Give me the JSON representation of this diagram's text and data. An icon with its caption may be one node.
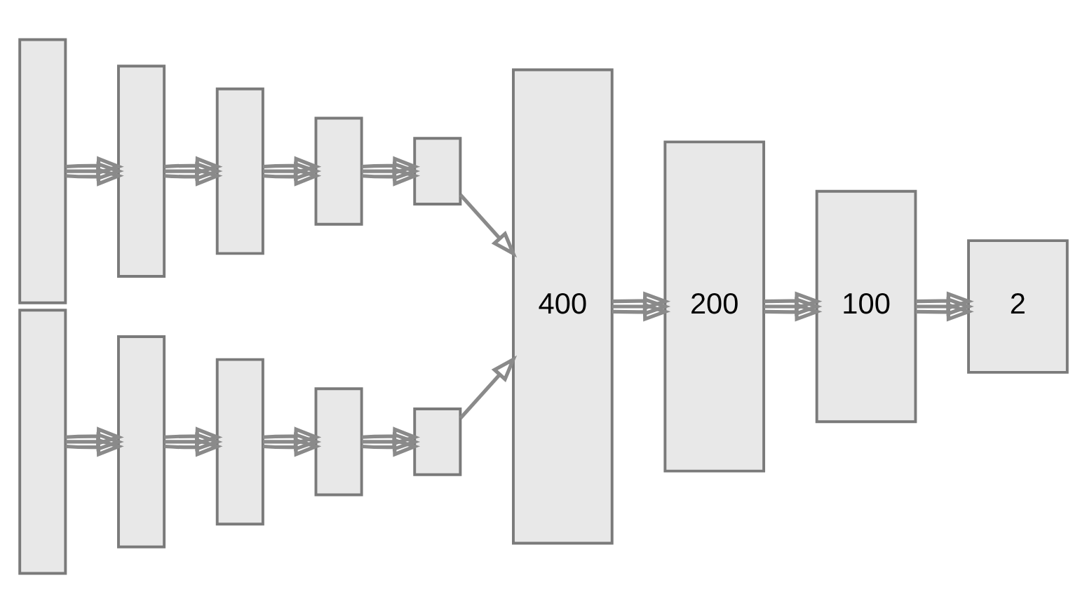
{
  "diagram": {
    "nodes": [
      {
        "text": [],
        "shape": "box"
      },
      {
        "text": [],
        "shape": "box"
      },
      {
        "text": [],
        "shape": "box"
      },
      {
        "text": [],
        "shape": "box"
      },
      {
        "text": [],
        "shape": "box"
      },
      {
        "text": [],
        "shape": "box"
      },
      {
        "text": [],
        "shape": "box"
      },
      {
        "text": [],
        "shape": "box"
      },
      {
        "text": [],
        "shape": "box"
      },
      {
        "text": [],
        "shape": "box"
      },
      {
        "text": [
          "400"
        ]
      },
      {
        "text": [
          "200"
        ]
      },
      {
        "text": [
          "100"
        ]
      },
      {
        "text": [
          "2"
        ]
      }
    ],
    "edges": [
      {
        "from": 0,
        "to": 1,
        "arrow": "to"
      },
      {
        "from": 0,
        "to": 1,
        "arrow": "to"
      },
      {
        "from": 0,
        "to": 1,
        "arrow": "to"
      },
      {
        "from": 1,
        "to": 2,
        "arrow": "to"
      },
      {
        "from": 1,
        "to": 2,
        "arrow": "to"
      },
      {
        "from": 1,
        "to": 2,
        "arrow": "to"
      },
      {
        "from": 2,
        "to": 3,
        "arrow": "to"
      },
      {
        "from": 2,
        "to": 3,
        "arrow": "to"
      },
      {
        "from": 2,
        "to": 3,
        "arrow": "to"
      },
      {
        "from": 3,
        "to": 4,
        "arrow": "to"
      },
      {
        "from": 3,
        "to": 4,
        "arrow": "to"
      },
      {
        "from": 3,
        "to": 4,
        "arrow": "to"
      },
      {
        "from": 4,
        "to": 10,
        "arrow": "to"
      },
      {
        "from": 5,
        "to": 6,
        "arrow": "to"
      },
      {
        "from": 5,
        "to": 6,
        "arrow": "to"
      },
      {
        "from": 5,
        "to": 6,
        "arrow": "to"
      },
      {
        "from": 6,
        "to": 7,
        "arrow": "to"
      },
      {
        "from": 6,
        "to": 7,
        "arrow": "to"
      },
      {
        "from": 6,
        "to": 7,
        "arrow": "to"
      },
      {
        "from": 7,
        "to": 8,
        "arrow": "to"
      },
      {
        "from": 7,
        "to": 8,
        "arrow": "to"
      },
      {
        "from": 7,
        "to": 8,
        "arrow": "to"
      },
      {
        "from": 8,
        "to": 9,
        "arrow": "to"
      },
      {
        "from": 8,
        "to": 9,
        "arrow": "to"
      },
      {
        "from": 8,
        "to": 9,
        "arrow": "to"
      },
      {
        "from": 9,
        "to": 10,
        "arrow": "to"
      },
      {
        "from": 10,
        "to": 11,
        "arrow": "to"
      },
      {
        "from": 10,
        "to": 11,
        "arrow": "to"
      },
      {
        "from": 10,
        "to": 11,
        "arrow": "to"
      },
      {
        "from": 11,
        "to": 12,
        "arrow": "to"
      },
      {
        "from": 11,
        "to": 12,
        "arrow": "to"
      },
      {
        "from": 11,
        "to": 12,
        "arrow": "to"
      },
      {
        "from": 12,
        "to": 13,
        "arrow": "to"
      },
      {
        "from": 12,
        "to": 13,
        "arrow": "to"
      },
      {
        "from": 12,
        "to": 13,
        "arrow": "to"
      }
    ]
  }
}
